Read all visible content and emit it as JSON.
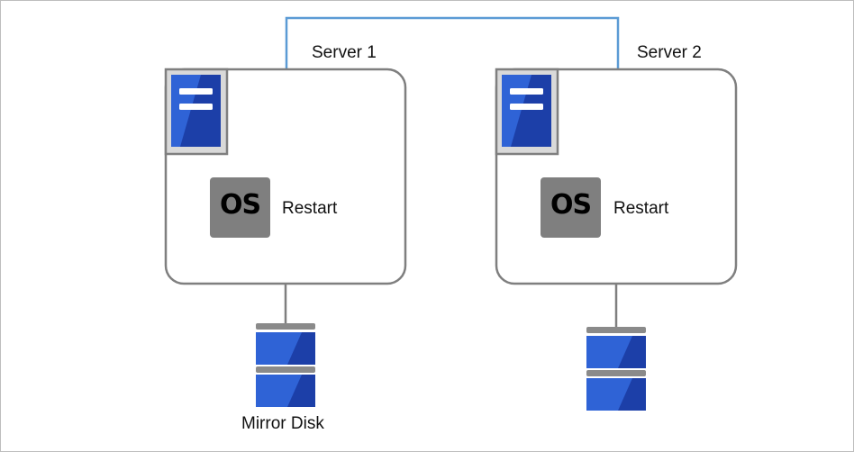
{
  "servers": [
    {
      "name": "Server 1",
      "os_badge": "OS",
      "status": "Restart"
    },
    {
      "name": "Server 2",
      "os_badge": "OS",
      "status": "Restart"
    }
  ],
  "disk": {
    "label": "Mirror Disk"
  },
  "colors": {
    "network_line": "#5b9bd5",
    "server_border": "#7f7f7f",
    "server_icon_blue": "#1c3fa8",
    "server_icon_light": "#2f63d6",
    "os_badge_bg": "#7f7f7f",
    "disk_cap": "#8a8a8a"
  },
  "icons": [
    "server-icon",
    "os-badge-icon",
    "disk-icon"
  ]
}
